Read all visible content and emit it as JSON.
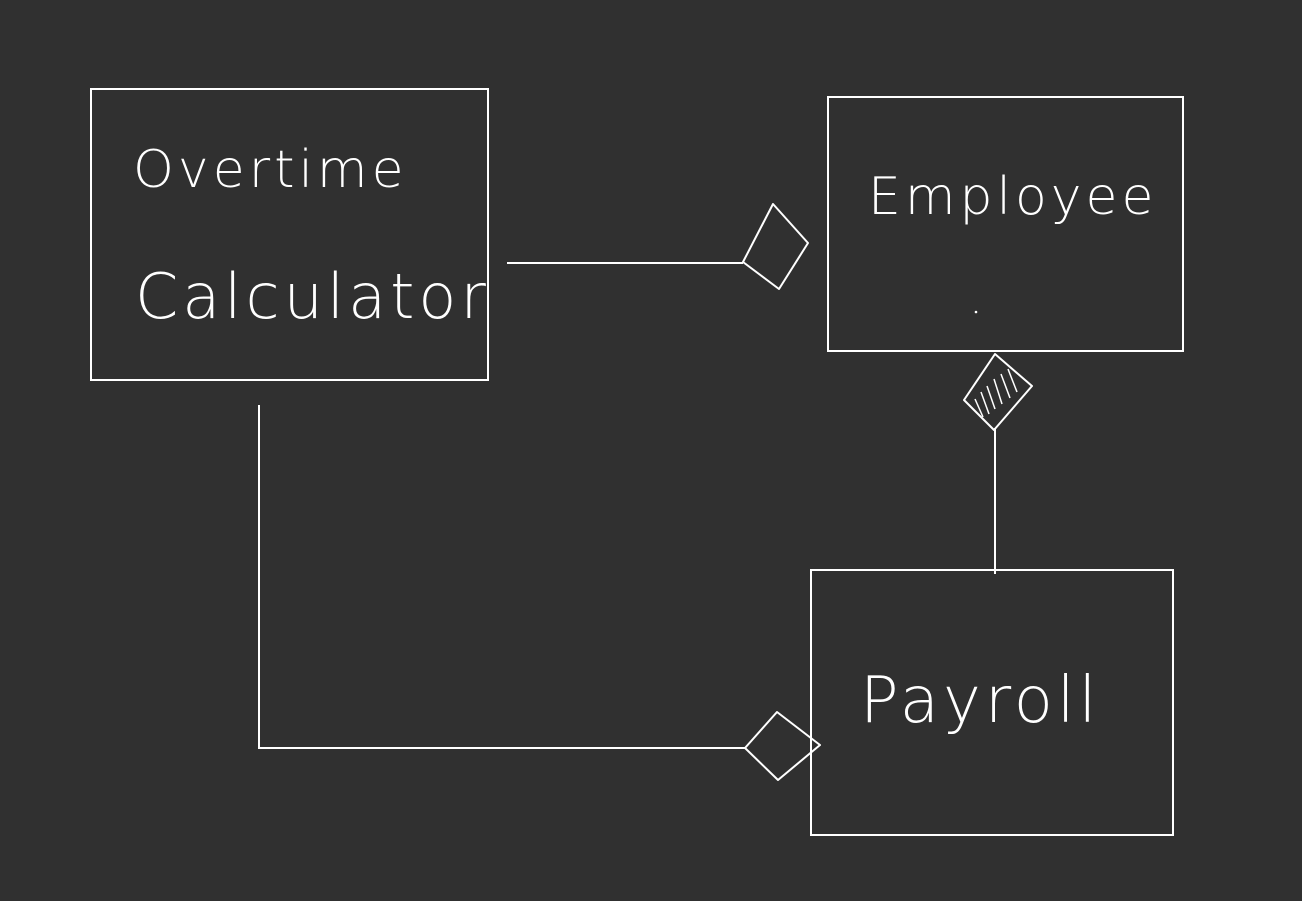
{
  "diagram": {
    "classes": [
      {
        "id": "overtime-calculator",
        "lines": [
          "Overtime",
          "Calculator"
        ]
      },
      {
        "id": "employee",
        "lines": [
          "Employee"
        ]
      },
      {
        "id": "payroll",
        "lines": [
          "Payroll"
        ]
      }
    ],
    "relationships": [
      {
        "from": "overtime-calculator",
        "to": "employee",
        "type": "aggregation"
      },
      {
        "from": "payroll",
        "to": "employee",
        "type": "composition"
      },
      {
        "from": "overtime-calculator",
        "to": "payroll",
        "type": "aggregation"
      }
    ],
    "colors": {
      "background": "#303030",
      "stroke": "#ffffff"
    }
  }
}
